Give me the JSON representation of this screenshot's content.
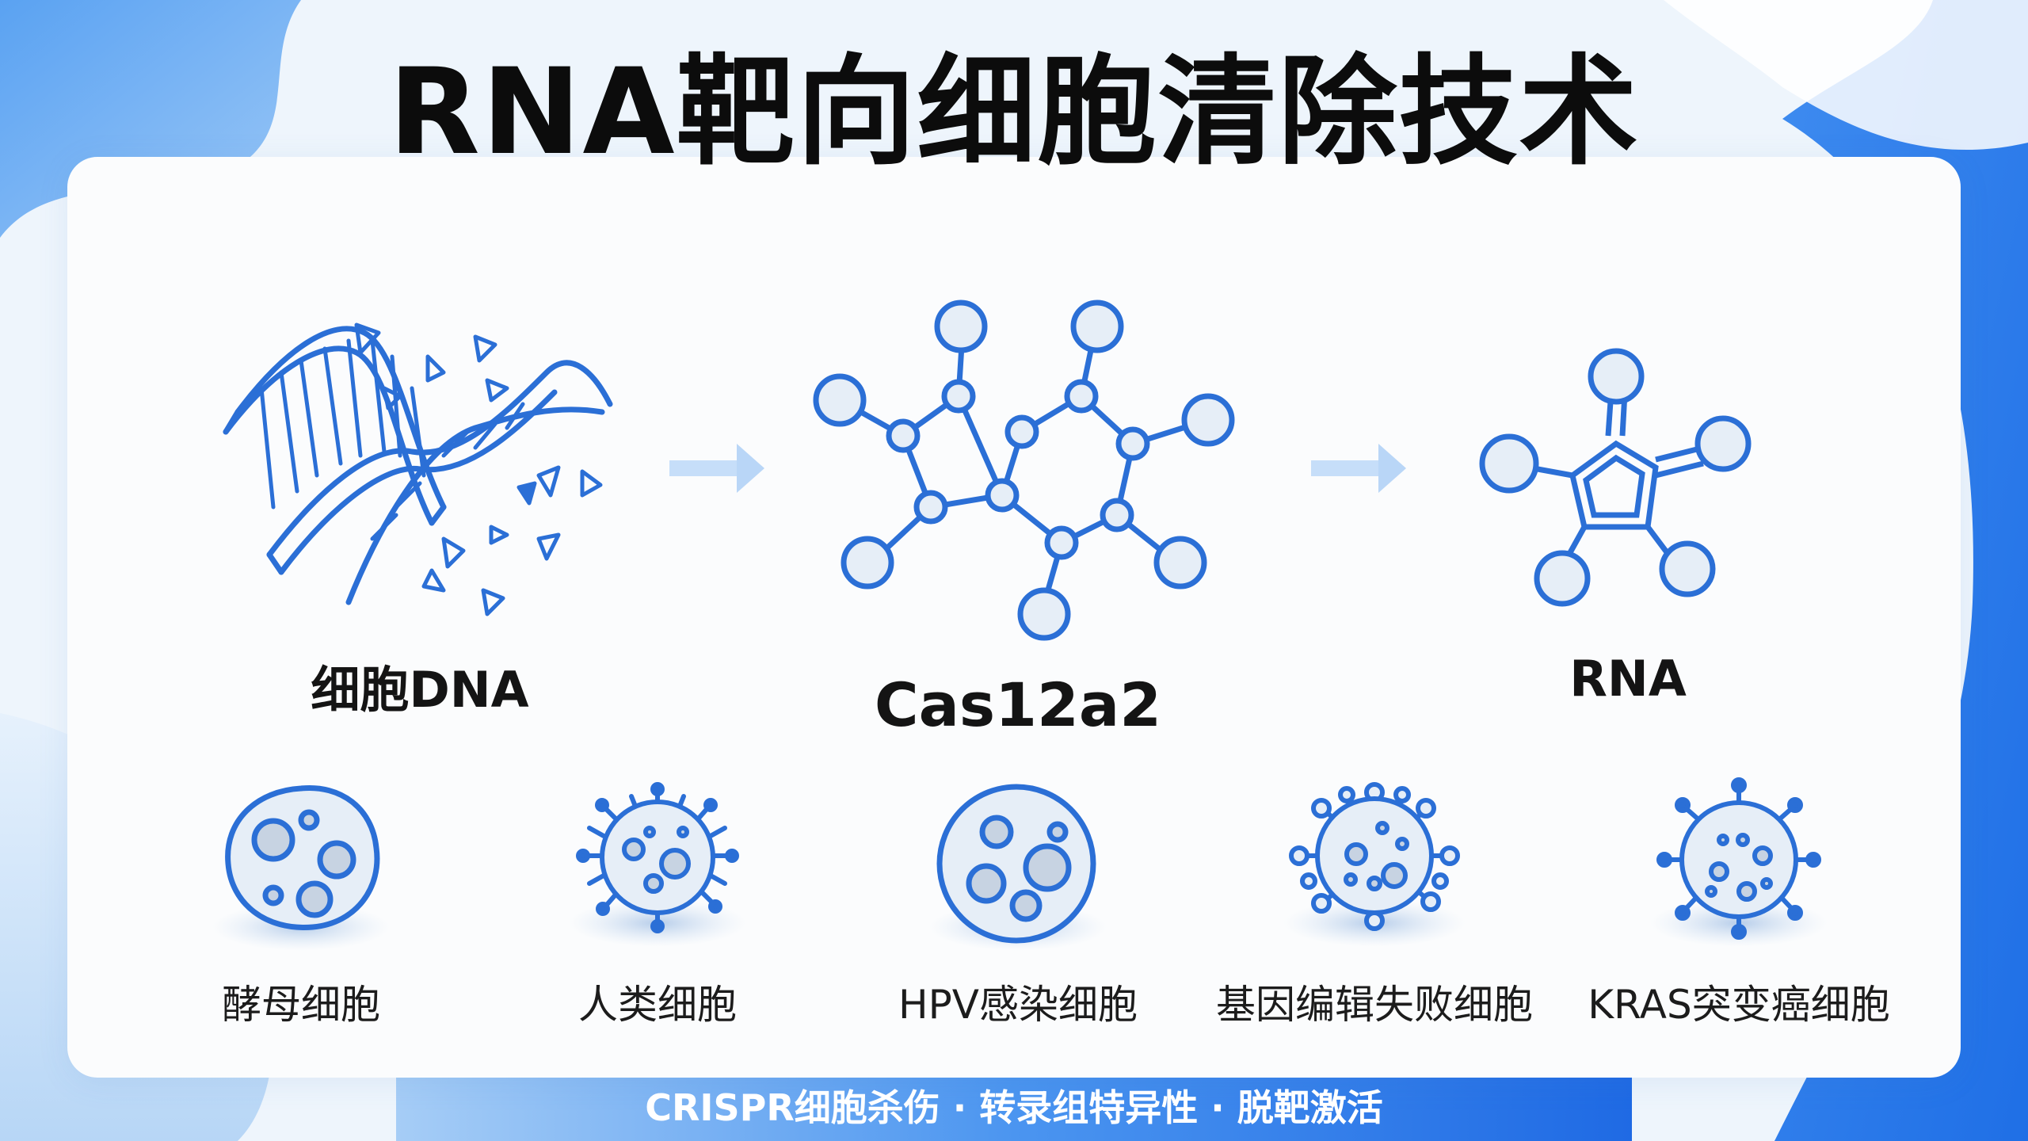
{
  "title": "RNA靶向细胞清除技术",
  "flow": {
    "items": [
      {
        "label": "细胞DNA",
        "icon": "dna-helix-icon"
      },
      {
        "label": "Cas12a2",
        "icon": "molecule-network-icon"
      },
      {
        "label": "RNA",
        "icon": "hexagon-molecule-icon"
      }
    ]
  },
  "cells": [
    {
      "label": "酵母细胞",
      "icon": "yeast-cell-icon"
    },
    {
      "label": "人类细胞",
      "icon": "human-cell-icon"
    },
    {
      "label": "HPV感染细胞",
      "icon": "hpv-infected-cell-icon"
    },
    {
      "label": "基因编辑失败细胞",
      "icon": "failed-edit-cell-icon"
    },
    {
      "label": "KRAS突变癌细胞",
      "icon": "kras-cancer-cell-icon"
    }
  ],
  "footer": "CRISPR细胞杀伤 · 转录组特异性 · 脱靶激活",
  "colors": {
    "accent": "#2b6fd6",
    "accent_light": "#b9d6f7",
    "fill_light": "#e6eef7",
    "title": "#0c0c0c"
  }
}
